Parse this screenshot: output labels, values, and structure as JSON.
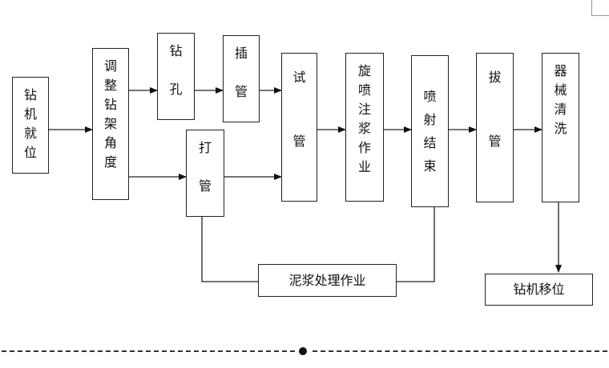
{
  "nodes": {
    "drill_positioning": "钻\n机\n就\n位",
    "adjust_drill_angle": "调\n整\n钻\n架\n角\n度",
    "drill_hole": "钻\n\n孔",
    "insert_pipe": "插\n\n管",
    "drive_pipe": "打\n\n管",
    "test_pipe": "试\n\n管",
    "jet_grouting": "旋\n喷\n注\n浆\n作\n业",
    "spray_end": "喷\n射\n结\n束",
    "pull_pipe": "拔\n\n管",
    "equipment_cleaning": "器\n械\n清\n洗",
    "mud_treatment": "泥浆处理作业",
    "drill_relocation": "钻机移位"
  },
  "colors": {
    "line": "#222222",
    "border": "#222222",
    "background": "#ffffff"
  }
}
